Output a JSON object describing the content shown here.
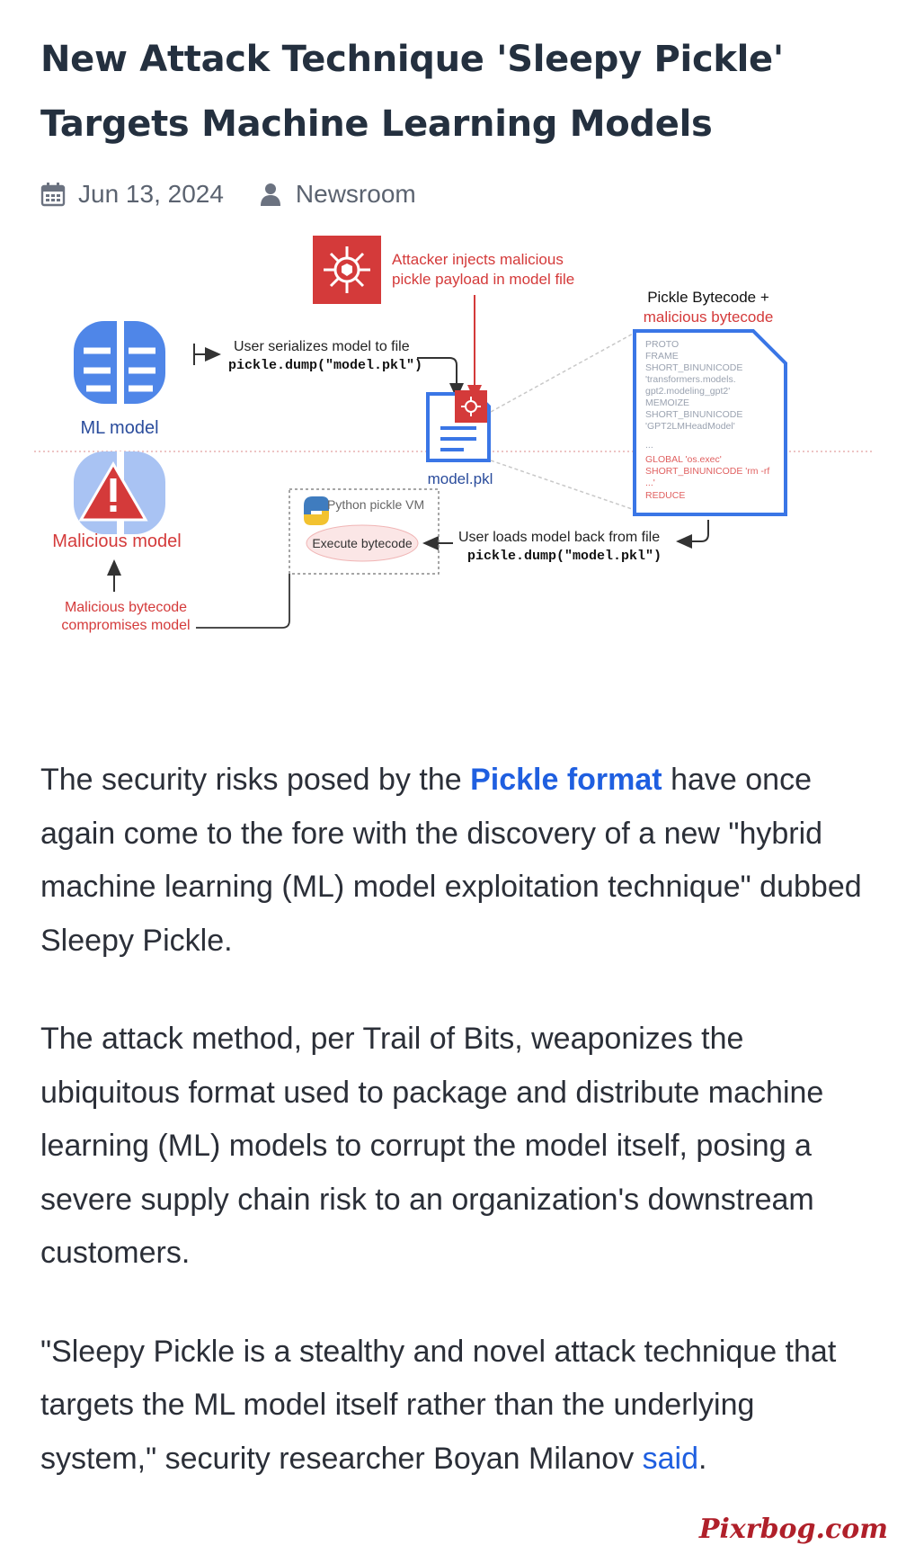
{
  "article": {
    "title": "New Attack Technique 'Sleepy Pickle' Targets Machine Learning Models",
    "date": "Jun 13, 2024",
    "author": "Newsroom"
  },
  "figure": {
    "attacker_line1": "Attacker injects malicious",
    "attacker_line2": "pickle payload in model file",
    "bytecode_title1": "Pickle Bytecode +",
    "bytecode_title2": "malicious bytecode",
    "bytecode_lines": [
      "PROTO",
      "FRAME",
      "SHORT_BINUNICODE",
      "'transformers.models.",
      "gpt2.modeling_gpt2'",
      "MEMOIZE",
      "SHORT_BINUNICODE",
      "'GPT2LMHeadModel'"
    ],
    "bytecode_ellipsis": "...",
    "bytecode_malicious_line1": "GLOBAL 'os.exec'",
    "bytecode_malicious_line2": "SHORT_BINUNICODE 'rm -rf",
    "bytecode_malicious_line3": "...'",
    "bytecode_reduce": "REDUCE",
    "ml_model_label": "ML model",
    "serialize_label": "User serializes model to file",
    "serialize_code": "pickle.dump(\"model.pkl\")",
    "model_file_label": "model.pkl",
    "malicious_model_label": "Malicious model",
    "vm_label": "Python pickle VM",
    "execute_label": "Execute bytecode",
    "load_label": "User loads model back from file",
    "load_code": "pickle.dump(\"model.pkl\")",
    "compromise_line1": "Malicious bytecode",
    "compromise_line2": "compromises model"
  },
  "paragraphs": {
    "p1_before": "The security risks posed by the ",
    "p1_link": "Pickle format",
    "p1_after": " have once again come to the fore with the discovery of a new \"hybrid machine learning (ML) model exploitation technique\" dubbed Sleepy Pickle.",
    "p2": "The attack method, per Trail of Bits, weaponizes the ubiquitous format used to package and distribute machine learning (ML) models to corrupt the model itself, posing a severe supply chain risk to an organization's downstream customers.",
    "p3_before": "\"Sleepy Pickle is a stealthy and novel attack technique that targets the ML model itself rather than the underlying system,\" security researcher Boyan Milanov ",
    "p3_link": "said",
    "p3_after": "."
  },
  "watermark": "Pixrbog.com",
  "colors": {
    "accent_red": "#d43a3a",
    "brain_blue": "#4f86e8",
    "link_blue": "#1f5fe0"
  }
}
